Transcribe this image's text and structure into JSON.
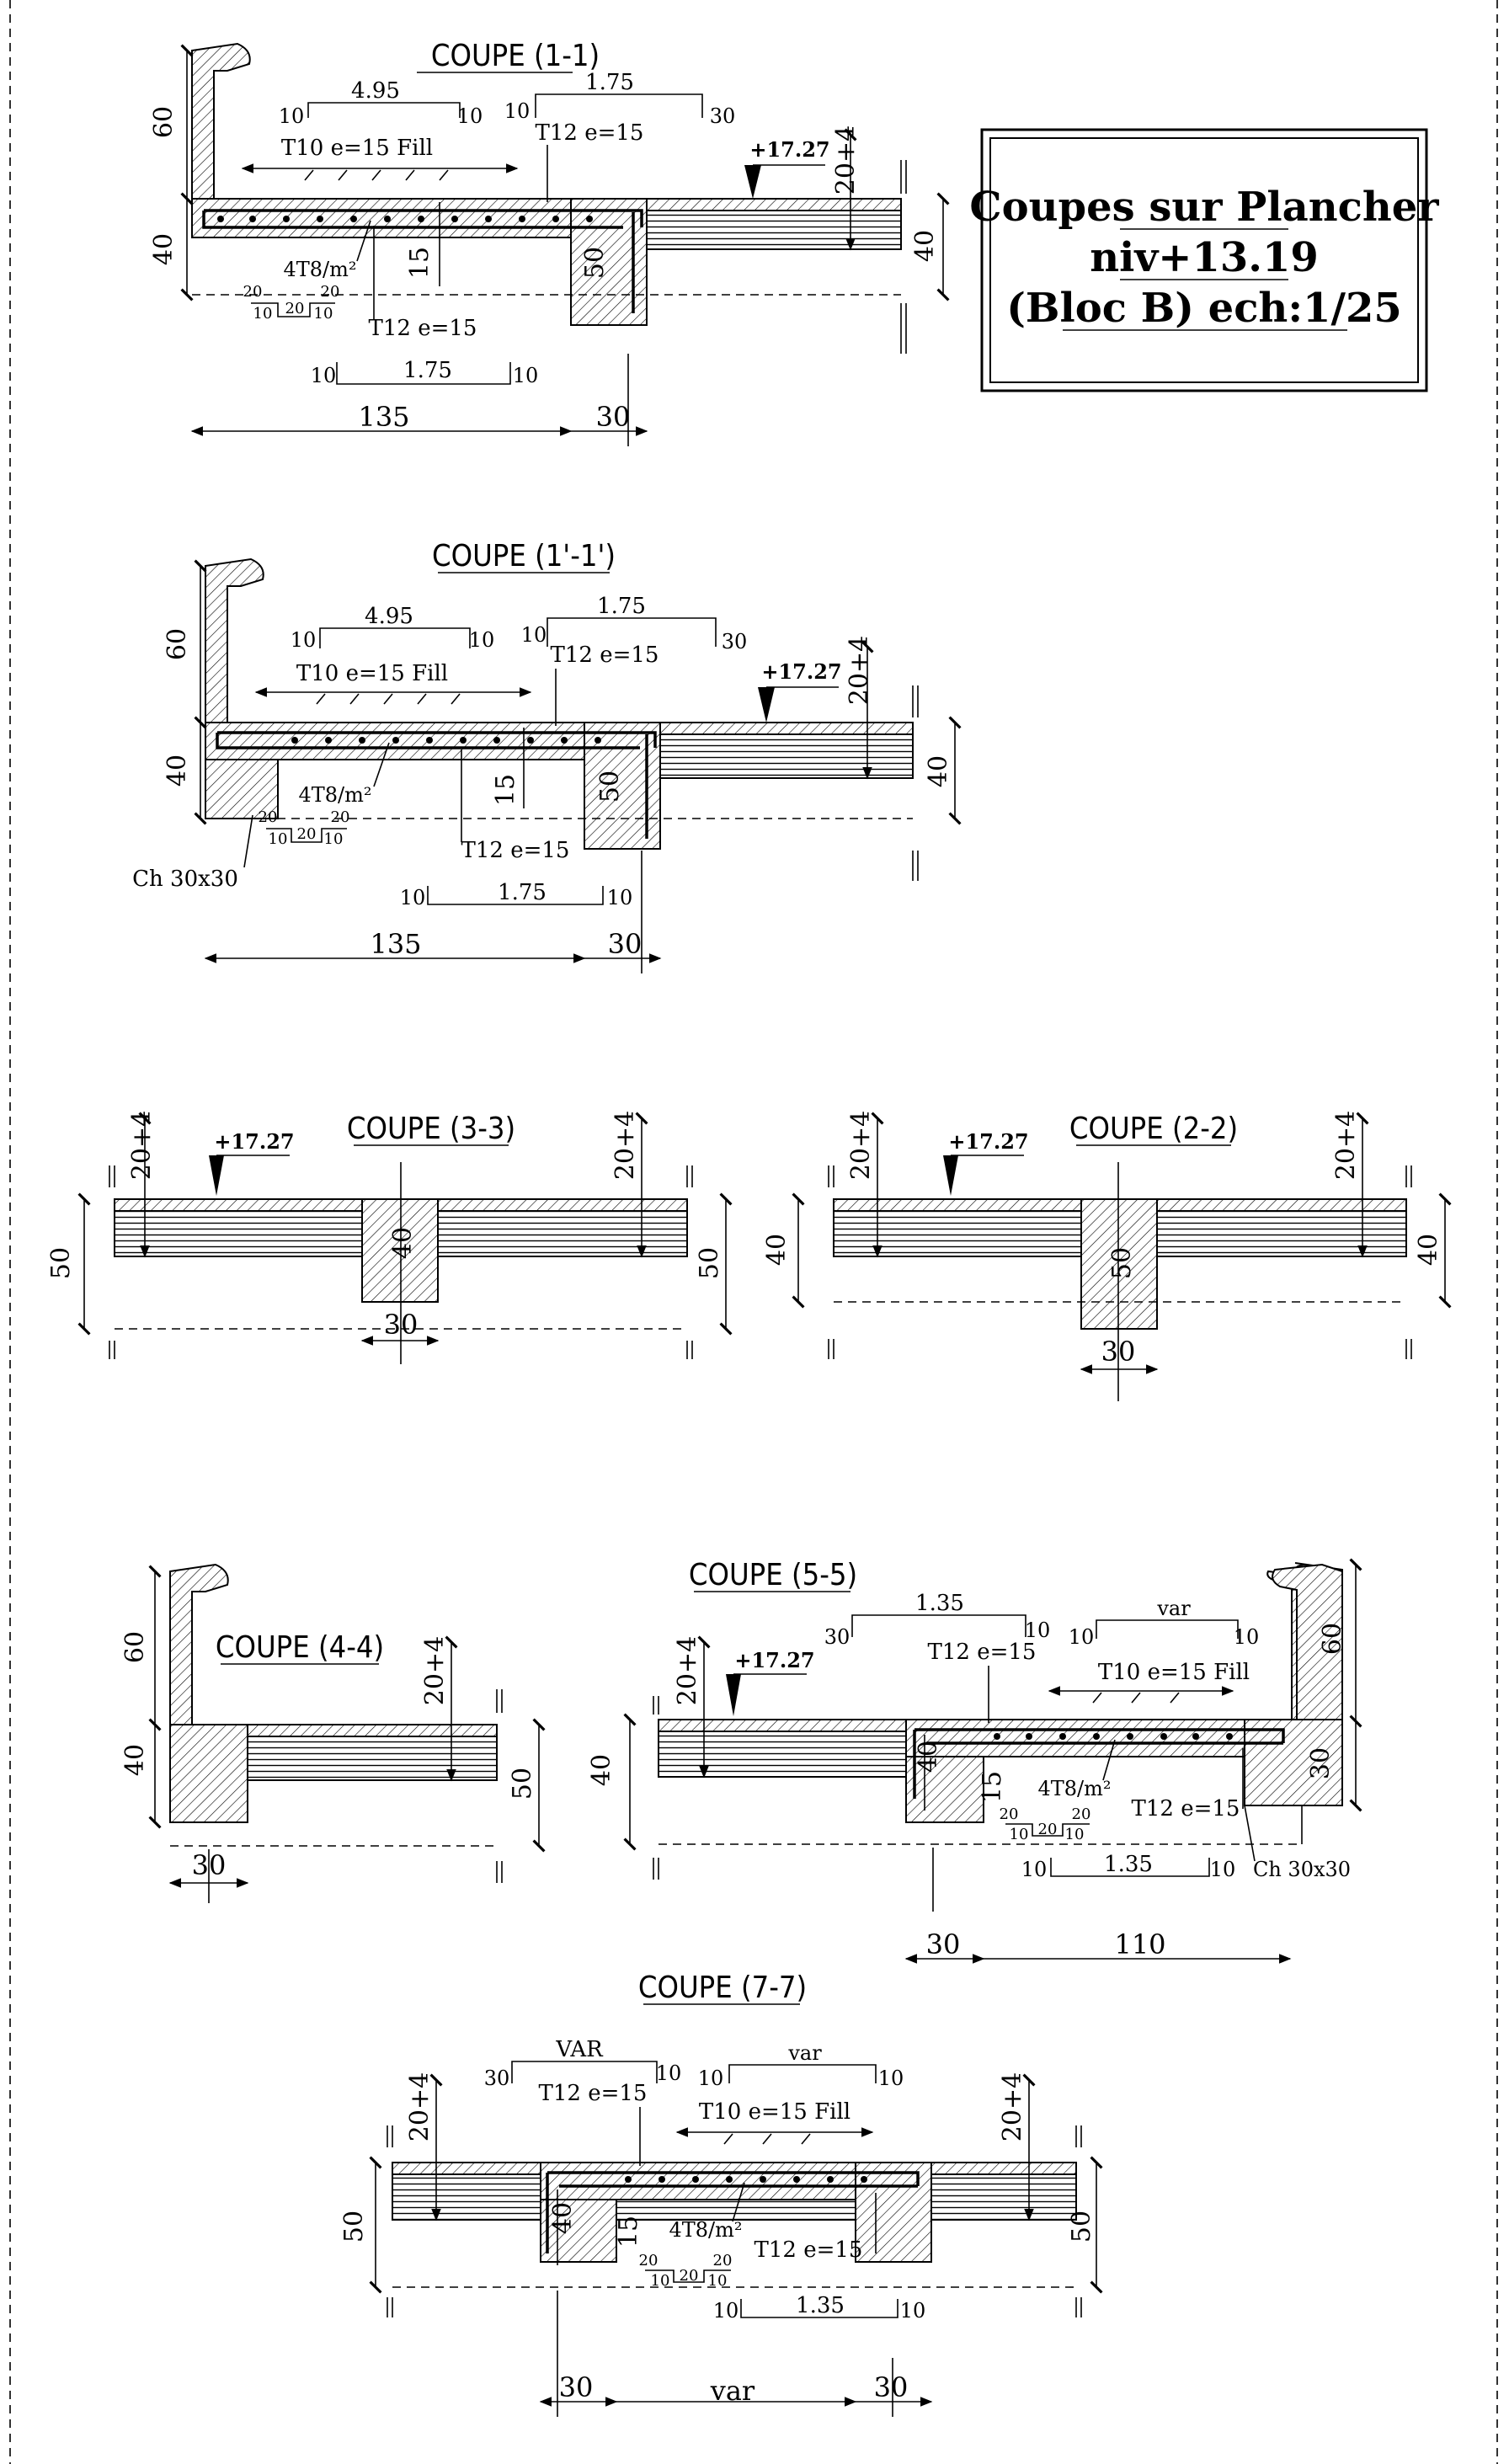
{
  "title_box": {
    "line1": "Coupes sur Plancher",
    "line2": "niv+13.19",
    "line3": "(Bloc B) ech:1/25"
  },
  "sections": [
    {
      "id": "1-1",
      "title": "COUPE (1-1)",
      "dims": [
        "60",
        "40",
        "4.95",
        "10",
        "10",
        "1.75",
        "10",
        "30",
        "+17.27",
        "20+4",
        "40",
        "15",
        "50",
        "20",
        "20",
        "10",
        "20",
        "10",
        "10",
        "1.75",
        "10",
        "135",
        "30"
      ],
      "rebar_labels": [
        "T10 e=15 Fill",
        "T12 e=15",
        "4T8/m²",
        "T12 e=15"
      ]
    },
    {
      "id": "1'-1'",
      "title": "COUPE (1'-1')",
      "dims": [
        "60",
        "40",
        "4.95",
        "10",
        "10",
        "1.75",
        "10",
        "30",
        "+17.27",
        "20+4",
        "40",
        "15",
        "50",
        "20",
        "20",
        "10",
        "20",
        "10",
        "10",
        "1.75",
        "10",
        "135",
        "30"
      ],
      "rebar_labels": [
        "T10 e=15 Fill",
        "T12 e=15",
        "4T8/m²",
        "T12 e=15"
      ],
      "chamfer": "Ch 30x30"
    },
    {
      "id": "3-3",
      "title": "COUPE (3-3)",
      "dims": [
        "20+4",
        "+17.27",
        "20+4",
        "50",
        "40",
        "50",
        "30"
      ]
    },
    {
      "id": "2-2",
      "title": "COUPE (2-2)",
      "dims": [
        "20+4",
        "+17.27",
        "20+4",
        "40",
        "50",
        "40",
        "30"
      ]
    },
    {
      "id": "4-4",
      "title": "COUPE (4-4)",
      "dims": [
        "60",
        "40",
        "20+4",
        "50",
        "30"
      ]
    },
    {
      "id": "5-5",
      "title": "COUPE (5-5)",
      "dims": [
        "1.35",
        "30",
        "10",
        "10",
        "var",
        "10",
        "60",
        "20+4",
        "+17.27",
        "40",
        "40",
        "15",
        "30",
        "20",
        "20",
        "10",
        "20",
        "10",
        "10",
        "1.35",
        "10",
        "30",
        "110"
      ],
      "rebar_labels": [
        "T12 e=15",
        "T10 e=15 Fill",
        "4T8/m²",
        "T12 e=15"
      ],
      "chamfer": "Ch 30x30"
    },
    {
      "id": "7-7",
      "title": "COUPE (7-7)",
      "dims": [
        "VAR",
        "30",
        "10",
        "10",
        "var",
        "10",
        "20+4",
        "20+4",
        "50",
        "40",
        "15",
        "50",
        "20",
        "20",
        "10",
        "20",
        "10",
        "10",
        "1.35",
        "10",
        "30",
        "var",
        "30"
      ],
      "rebar_labels": [
        "T12 e=15",
        "T10 e=15 Fill",
        "4T8/m²",
        "T12 e=15"
      ]
    }
  ]
}
